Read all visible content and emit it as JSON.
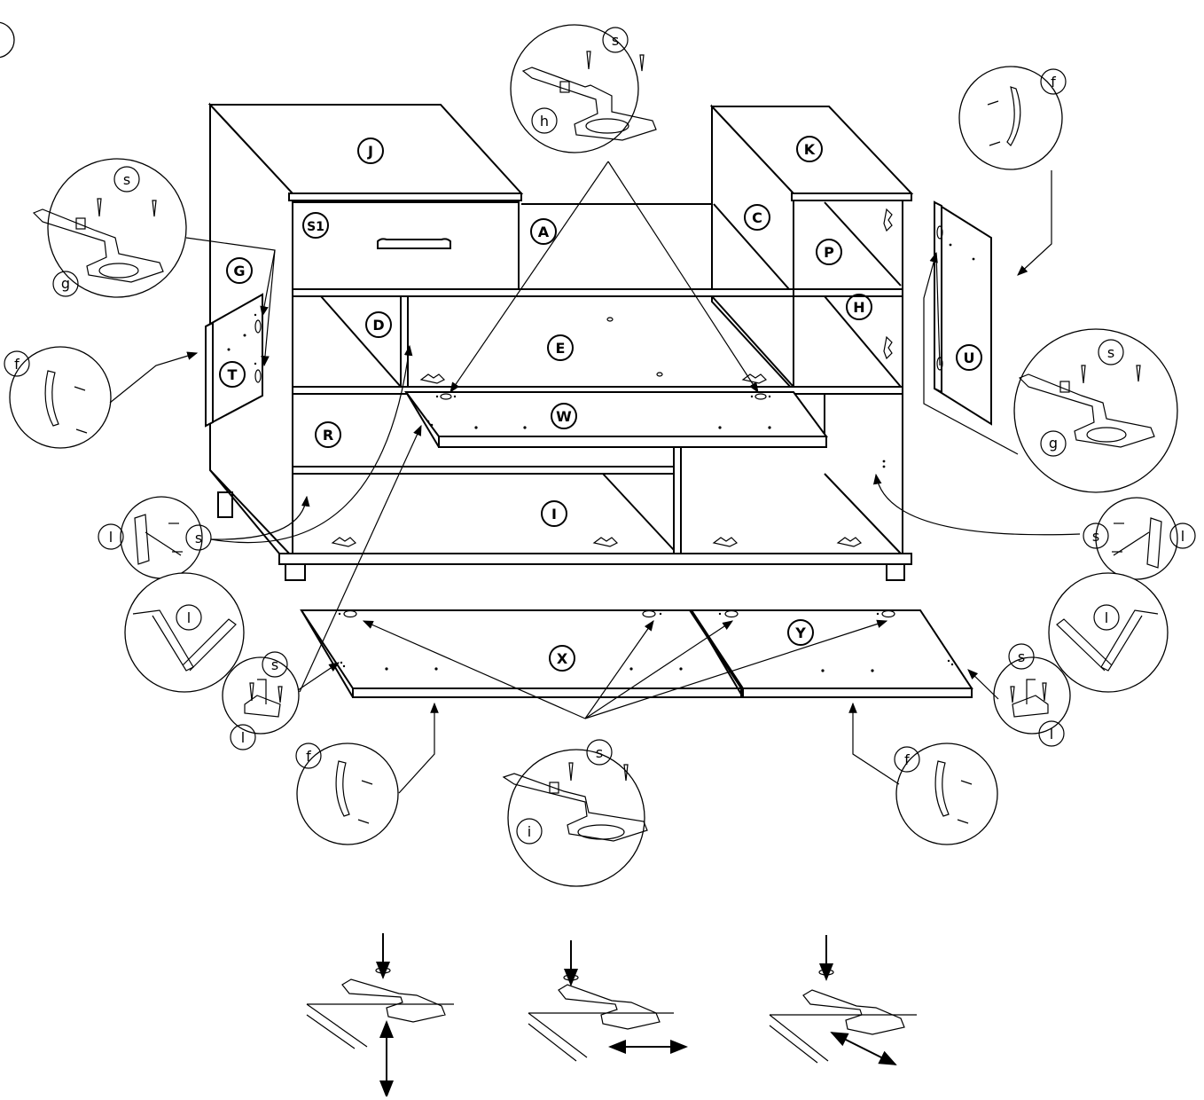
{
  "labels": {
    "step": "",
    "panels": {
      "J": "J",
      "K": "K",
      "S1": "S1",
      "A": "A",
      "C": "C",
      "P": "P",
      "G": "G",
      "D": "D",
      "E": "E",
      "H": "H",
      "T": "T",
      "U": "U",
      "W": "W",
      "R": "R",
      "I": "I",
      "X": "X",
      "Y": "Y"
    },
    "parts": {
      "s": "s",
      "h": "h",
      "g": "g",
      "f": "f",
      "l": "l",
      "i": "i"
    }
  }
}
